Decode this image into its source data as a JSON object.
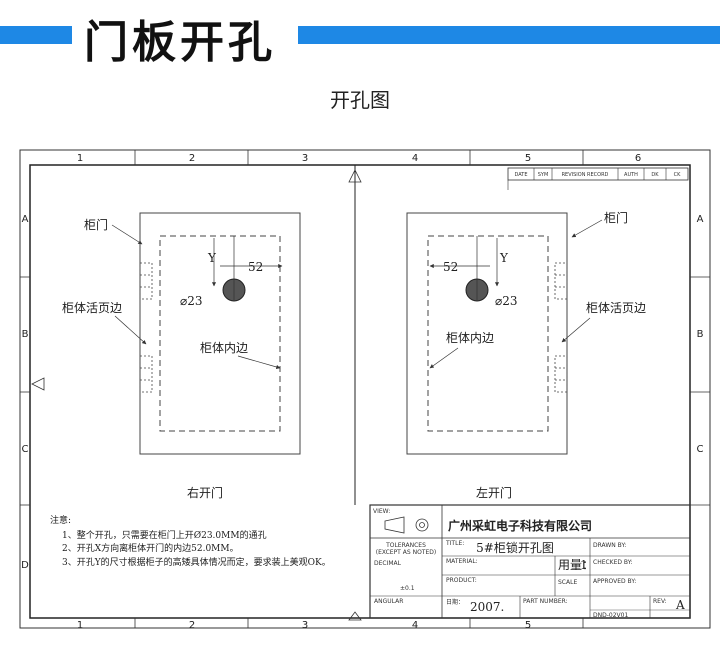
{
  "heading": "门板开孔",
  "drawing_title": "开孔图",
  "grid": {
    "columns": [
      "1",
      "2",
      "3",
      "4",
      "5",
      "6"
    ],
    "rows": [
      "A",
      "B",
      "C",
      "D"
    ]
  },
  "revision_table": [
    "DATE",
    "SYM",
    "REVISION RECORD",
    "AUTH",
    "DK",
    "CK"
  ],
  "right_door": {
    "caption": "右开门",
    "door_label": "柜门",
    "hinge_label": "柜体活页边",
    "inner_label": "柜体内边",
    "dim_x": "52",
    "dim_y": "Y",
    "hole": "⌀23"
  },
  "left_door": {
    "caption": "左开门",
    "door_label": "柜门",
    "hinge_label": "柜体活页边",
    "inner_label": "柜体内边",
    "dim_x": "52",
    "dim_y": "Y",
    "hole": "⌀23"
  },
  "notes": {
    "title": "注意:",
    "items": [
      "1、整个开孔，只需要在柜门上开Ø23.0MM的通孔",
      "2、开孔X方向离柜体开门的内边52.0MM。",
      "3、开孔Y的尺寸根据柜子的高矮具体情况而定，要求装上美观OK。"
    ]
  },
  "title_block": {
    "view": "VIEW:",
    "company": "广州采虹电子科技有限公司",
    "tolerances": "TOLERANCES",
    "tolerances_sub": "(EXCEPT AS NOTED)",
    "decimal": "DECIMAL",
    "angular": "ANGULAR",
    "tol_value": "±0.1",
    "title_label": "TITLE:",
    "title_value": "5#柜锁开孔图",
    "material_label": "MATERIAL:",
    "product_label": "PRODUCT:",
    "quantity_label": "用量：",
    "quantity_value": "1",
    "scale_label": "SCALE",
    "drawn_by": "DRAWN BY:",
    "checked_by": "CHECKED BY:",
    "approved_by": "APPROVED BY:",
    "date_label": "日期：",
    "date_value": "2007.",
    "part_number_label": "PART NUMBER:",
    "rev_label": "REV:",
    "rev_value": "A",
    "doc_number": "DND-02V01"
  }
}
